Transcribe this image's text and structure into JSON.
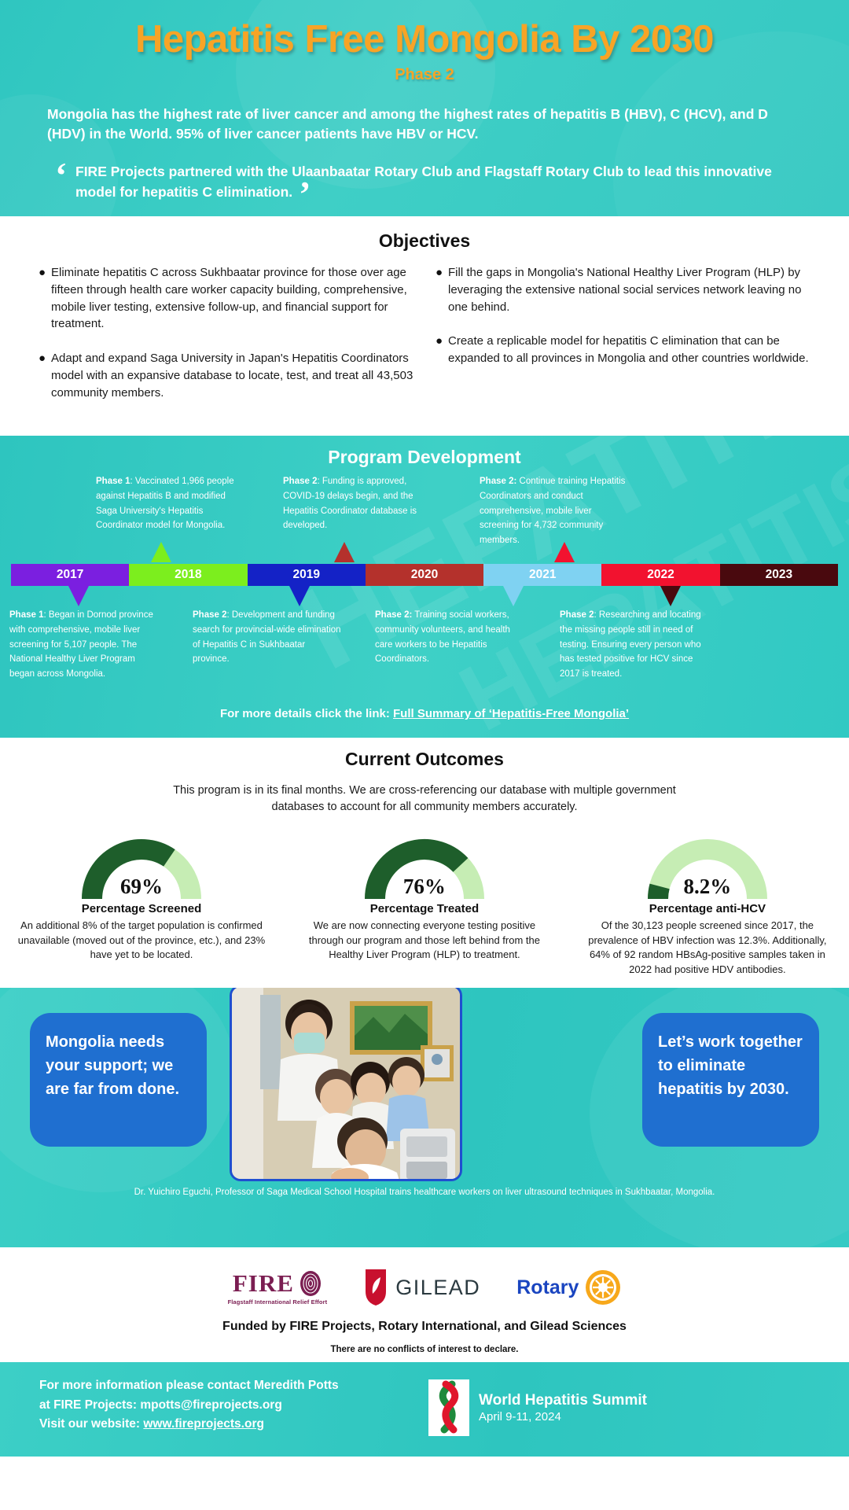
{
  "hero": {
    "title": "Hepatitis Free Mongolia By 2030",
    "subtitle": "Phase 2",
    "body": "Mongolia has the highest rate of liver cancer and among the highest rates of hepatitis B (HBV), C (HCV), and D (HDV) in the World. 95% of liver cancer patients have HBV or HCV.",
    "quote": "FIRE Projects partnered with the Ulaanbaatar Rotary Club and Flagstaff Rotary Club to lead this innovative model for hepatitis C elimination.",
    "title_color": "#F7A426",
    "bg_color": "#35c8c2"
  },
  "objectives": {
    "heading": "Objectives",
    "items": [
      "Eliminate hepatitis C across Sukhbaatar province for those over age fifteen through health care worker capacity building, comprehensive, mobile liver testing, extensive follow-up, and financial support for treatment.",
      "Fill the gaps in Mongolia's National Healthy Liver Program (HLP) by leveraging the extensive national social services network leaving no one behind.",
      "Adapt and expand Saga University in Japan's Hepatitis Coordinators model with an expansive database to locate, test, and treat all 43,503 community members.",
      "Create a replicable model for hepatitis C elimination that can be expanded to all provinces in Mongolia and other countries worldwide."
    ]
  },
  "program": {
    "heading": "Program Development",
    "watermark": "HEPATITIS",
    "years": [
      {
        "year": "2017",
        "color": "#7B1FE0"
      },
      {
        "year": "2018",
        "color": "#7CEE1E"
      },
      {
        "year": "2019",
        "color": "#1422C6"
      },
      {
        "year": "2020",
        "color": "#B4312C"
      },
      {
        "year": "2021",
        "color": "#7FD2F2"
      },
      {
        "year": "2022",
        "color": "#F2122F"
      },
      {
        "year": "2023",
        "color": "#49090E"
      }
    ],
    "notes_above": [
      {
        "year": "2018",
        "label": "Phase 1",
        "text": ": Vaccinated 1,966 people against Hepatitis B and modified Saga University's Hepatitis Coordinator model for Mongolia."
      },
      {
        "year": "2020",
        "label": "Phase 2",
        "text": ": Funding is approved, COVID-19 delays begin, and the Hepatitis Coordinator database is developed."
      },
      {
        "year": "2022",
        "label": "Phase 2:",
        "text": " Continue training Hepatitis Coordinators and conduct comprehensive, mobile liver screening for 4,732 community members."
      }
    ],
    "notes_below": [
      {
        "year": "2017",
        "label": "Phase 1",
        "text": ": Began in Dornod province with comprehensive, mobile liver screening for 5,107 people. The National Healthy Liver Program began across Mongolia."
      },
      {
        "year": "2019",
        "label": "Phase 2",
        "text": ": Development and funding search for provincial-wide elimination of Hepatitis C in Sukhbaatar province."
      },
      {
        "year": "2021",
        "label": "Phase 2:",
        "text": " Training social workers, community volunteers, and health care workers to be Hepatitis Coordinators."
      },
      {
        "year": "2023",
        "label": "Phase 2",
        "text": ": Researching and locating the missing people still in need of testing. Ensuring every person who has tested positive for HCV since 2017 is treated."
      }
    ],
    "link_prefix": "For more details click the link: ",
    "link_text": "Full Summary of ‘Hepatitis-Free Mongolia’"
  },
  "outcomes": {
    "heading": "Current Outcomes",
    "intro": "This program is in its final months. We are cross-referencing our database with multiple government databases to account for all community members accurately.",
    "gauges": [
      {
        "value": "69%",
        "percent": 69,
        "label": "Percentage Screened",
        "desc": "An additional 8% of the target population is confirmed unavailable (moved out of the province, etc.), and 23% have yet to be located."
      },
      {
        "value": "76%",
        "percent": 76,
        "label": "Percentage Treated",
        "desc": "We are now connecting everyone testing positive through our program and those left behind from the Healthy Liver Program (HLP) to treatment."
      },
      {
        "value": "8.2%",
        "percent": 8.2,
        "label": "Percentage anti-HCV",
        "desc": "Of the 30,123 people screened since 2017, the prevalence of HBV infection was 12.3%. Additionally, 64% of 92 random HBsAg-positive samples taken in 2022 had positive HDV antibodies."
      }
    ],
    "gauge_fill_color": "#1E5E2B",
    "gauge_track_color": "#C6EDB4"
  },
  "photoband": {
    "cta_left": "Mongolia needs your support; we are far from done.",
    "cta_right": "Let’s work together to eliminate hepatitis by 2030.",
    "caption": "Dr. Yuichiro Eguchi, Professor of Saga Medical School Hospital trains healthcare workers on liver ultrasound techniques in Sukhbaatar, Mongolia.",
    "cta_color": "#1F6FD0"
  },
  "sponsors": {
    "fire_word": "FIRE",
    "fire_sub": "Flagstaff International Relief Effort",
    "gilead_word": "GILEAD",
    "rotary_word": "Rotary",
    "funded_text": "Funded by FIRE Projects, Rotary International, and Gilead Sciences",
    "coi_text": "There are no conflicts of interest to declare."
  },
  "footer": {
    "line1": "For more information please contact Meredith Potts",
    "line2": "at FIRE Projects: mpotts@fireprojects.org",
    "line3_prefix": "Visit our website: ",
    "line3_link": "www.fireprojects.org",
    "summit_title": "World Hepatitis Summit",
    "summit_date": "April 9-11, 2024"
  }
}
